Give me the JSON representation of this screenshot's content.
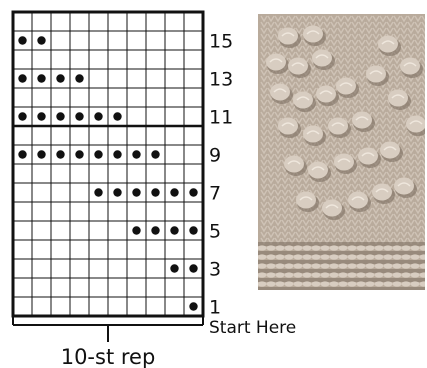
{
  "chart": {
    "rows": 16,
    "cols": 10,
    "bobbles": [
      [
        1,
        10
      ],
      [
        3,
        9
      ],
      [
        3,
        10
      ],
      [
        5,
        7
      ],
      [
        5,
        8
      ],
      [
        5,
        9
      ],
      [
        5,
        10
      ],
      [
        7,
        5
      ],
      [
        7,
        6
      ],
      [
        7,
        7
      ],
      [
        7,
        8
      ],
      [
        7,
        9
      ],
      [
        7,
        10
      ],
      [
        9,
        1
      ],
      [
        9,
        2
      ],
      [
        9,
        3
      ],
      [
        9,
        4
      ],
      [
        9,
        5
      ],
      [
        9,
        6
      ],
      [
        9,
        7
      ],
      [
        9,
        8
      ],
      [
        11,
        1
      ],
      [
        11,
        2
      ],
      [
        11,
        3
      ],
      [
        11,
        4
      ],
      [
        11,
        5
      ],
      [
        11,
        6
      ],
      [
        13,
        1
      ],
      [
        13,
        2
      ],
      [
        13,
        3
      ],
      [
        13,
        4
      ],
      [
        15,
        1
      ],
      [
        15,
        2
      ]
    ],
    "bobbles_note": "[row, stitch] with stitch counted from the left edge of the chart",
    "row_labels": [
      "15",
      "13",
      "11",
      "9",
      "7",
      "5",
      "3",
      "1"
    ],
    "start_label": "Start Here",
    "repeat_label": "10-st rep"
  },
  "colors": {
    "grid": "#111111",
    "bobble": "#111111",
    "knit_fabric": "#b9ab9c",
    "bobble_yarn": "#d8cdc1",
    "shadow": "#7d6f62"
  },
  "photo": {
    "subject": "knitted-swatch-with-bobbles"
  }
}
